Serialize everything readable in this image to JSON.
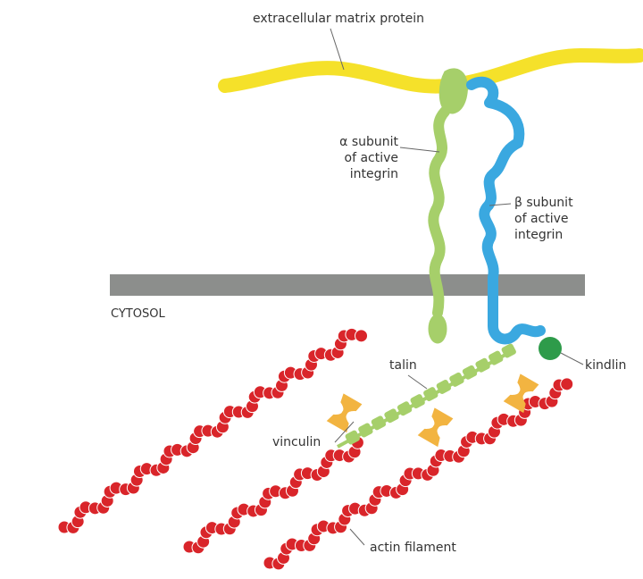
{
  "labels": {
    "ecm": "extracellular matrix protein",
    "alpha": [
      "α subunit",
      "of active",
      "integrin"
    ],
    "beta": [
      "β subunit",
      "of active",
      "integrin"
    ],
    "cytosol": "CYTOSOL",
    "talin": "talin",
    "kindlin": "kindlin",
    "vinculin": "vinculin",
    "actin": "actin filament"
  },
  "colors": {
    "ecm": "#f5e12a",
    "alpha": "#a6cf6a",
    "beta": "#3aa8e0",
    "membrane": "#8c8e8c",
    "actin": "#d9252a",
    "vinculin": "#f2b441",
    "kindlin": "#2e9b4a",
    "talin": "#a6cf6a"
  }
}
